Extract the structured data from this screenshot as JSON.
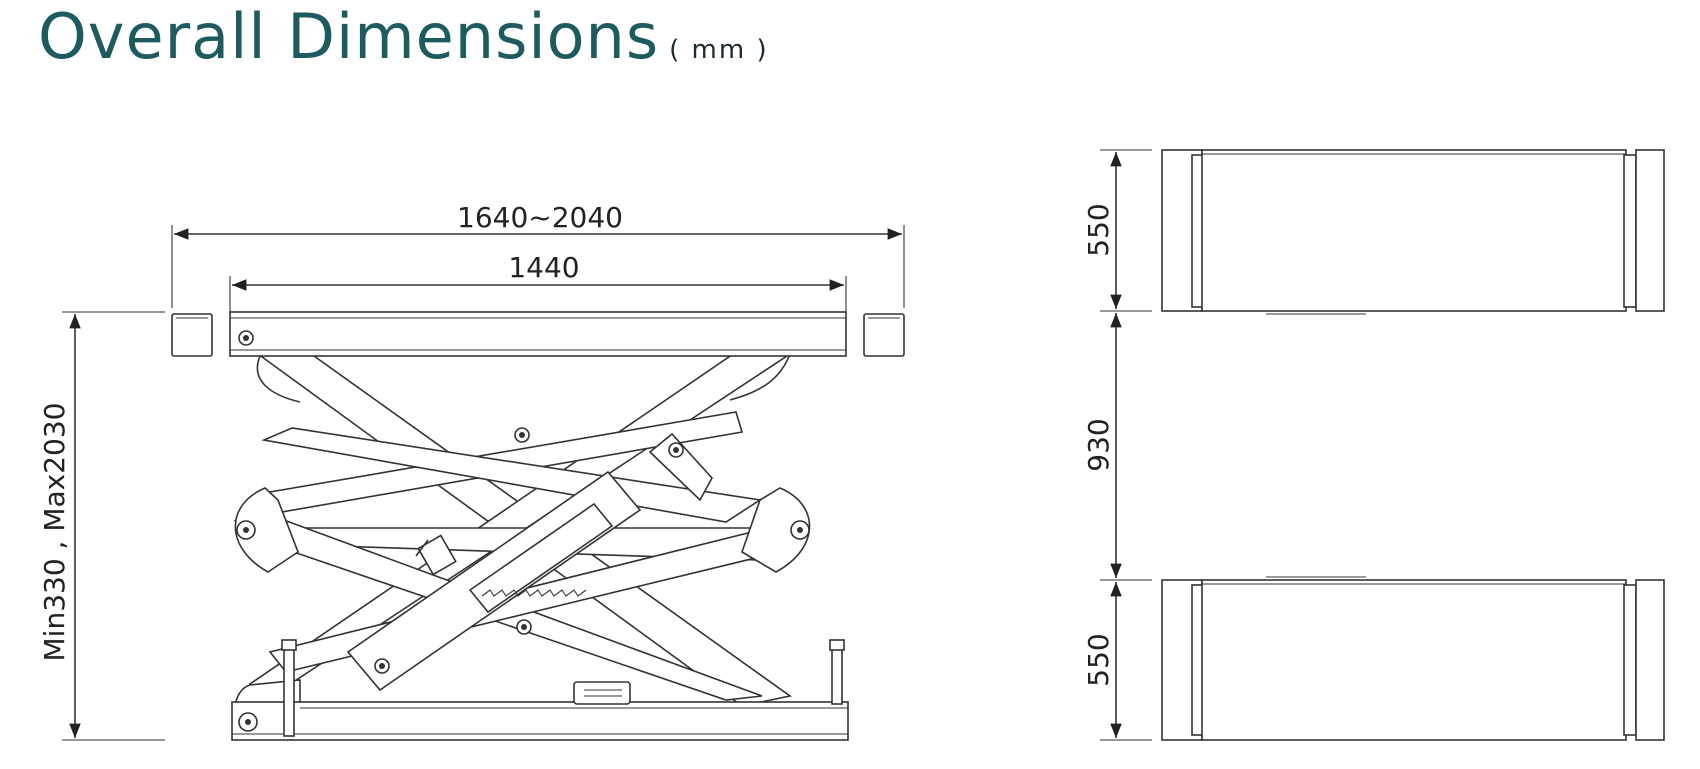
{
  "title": {
    "main": "Overall Dimensions",
    "unit": "( mm )"
  },
  "side_view": {
    "length_label": "1640~2040",
    "inner_length_label": "1440",
    "height_label": "Min330 , Max2030"
  },
  "top_view": {
    "platform_width_top": "550",
    "gap_label": "930",
    "platform_width_bottom": "550"
  },
  "colors": {
    "title": "#1d5b5e",
    "line": "#333333"
  }
}
